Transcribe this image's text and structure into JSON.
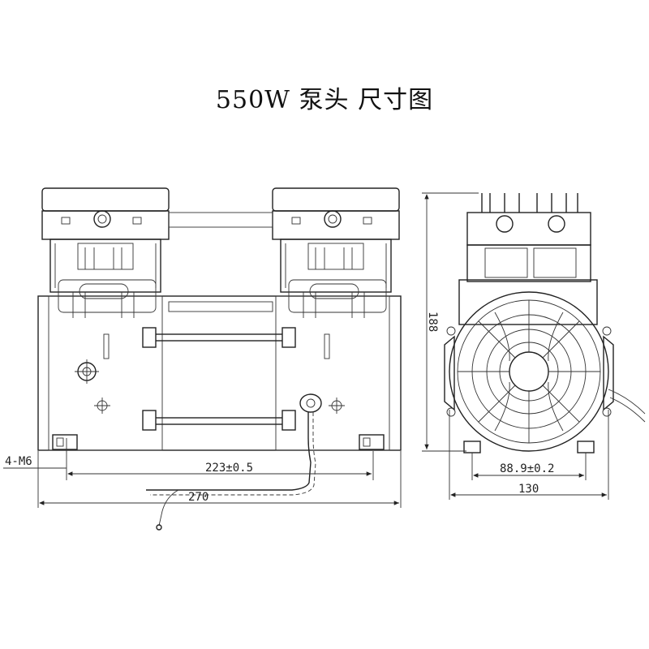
{
  "title": "550W 泵头 尺寸图",
  "dimensions": {
    "mount_holes": "4-M6",
    "hole_spacing_length": "223±0.5",
    "overall_length": "270",
    "overall_height": "188",
    "hole_spacing_width": "88.9±0.2",
    "overall_width": "130"
  },
  "views": [
    "front-view",
    "side-view"
  ]
}
